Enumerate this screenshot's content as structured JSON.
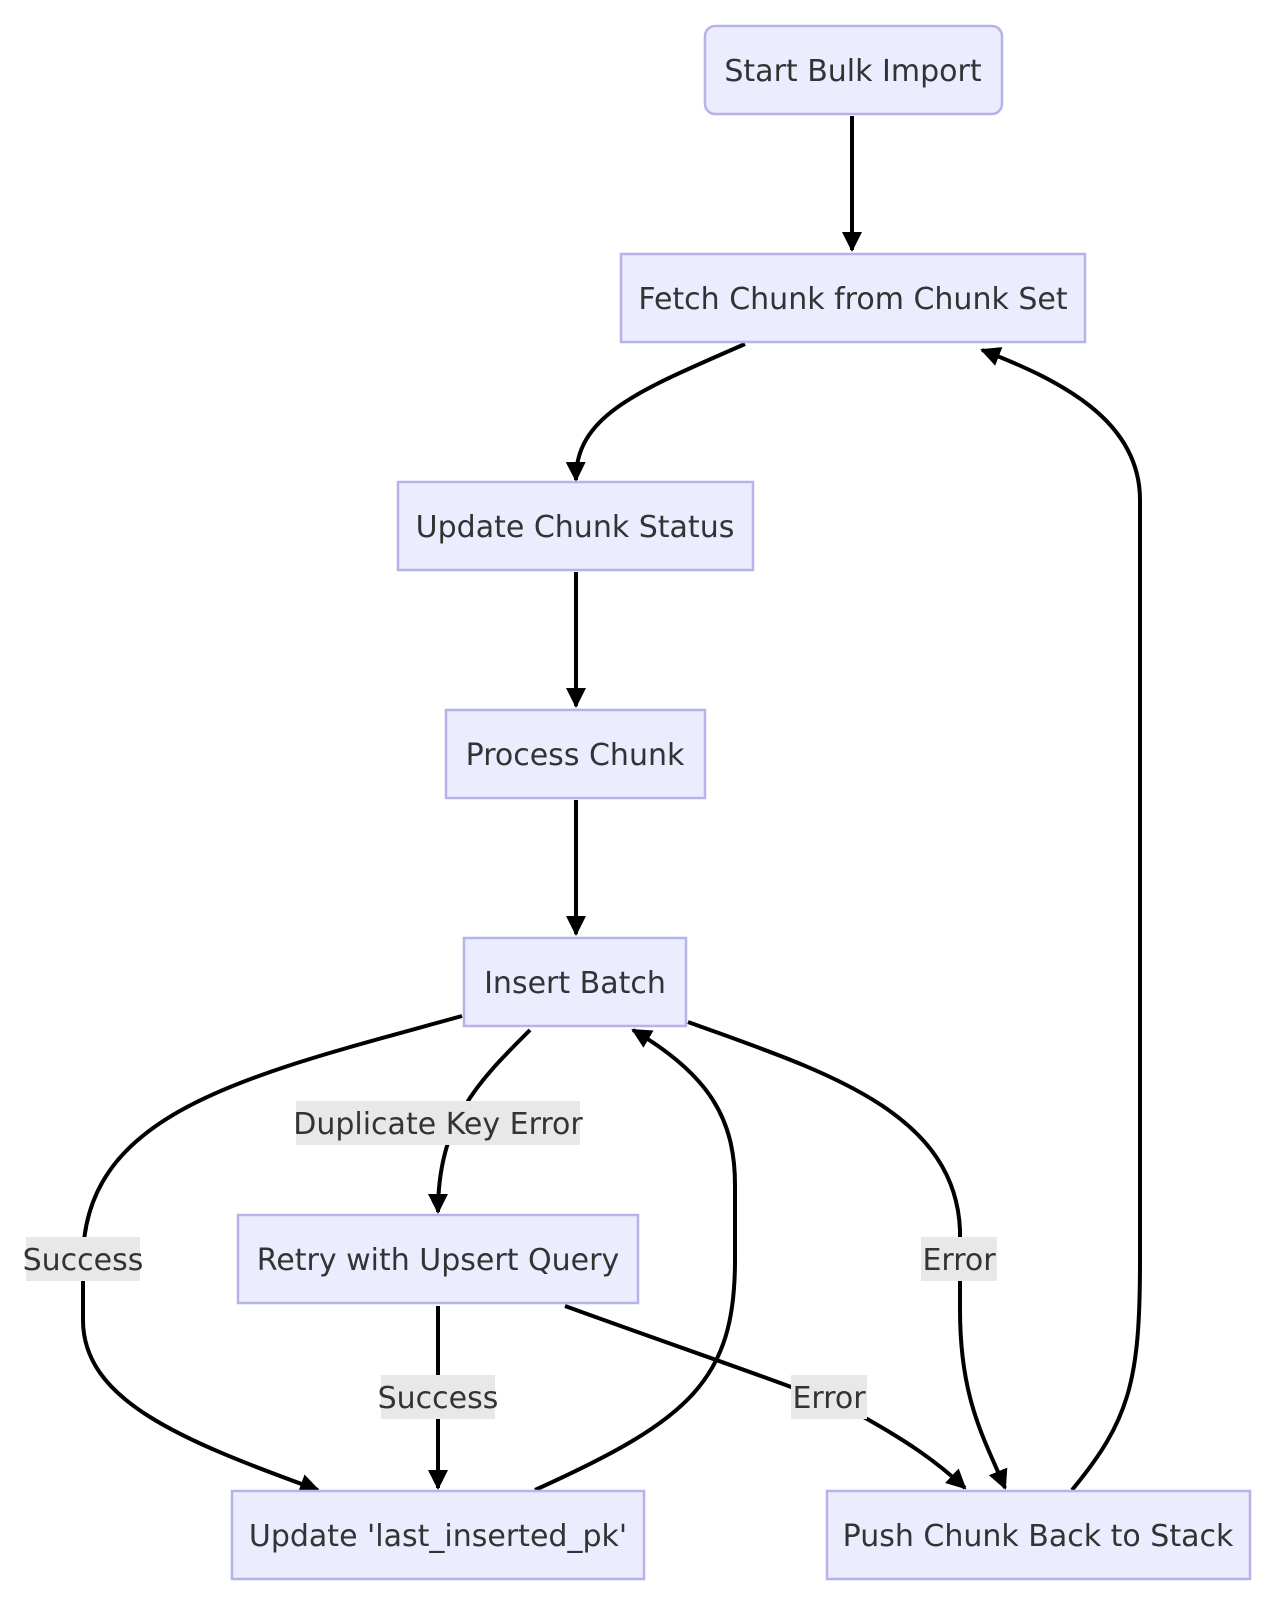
{
  "nodes": {
    "start": "Start Bulk Import",
    "fetch": "Fetch Chunk from Chunk Set",
    "update_status": "Update Chunk Status",
    "process": "Process Chunk",
    "insert": "Insert Batch",
    "retry": "Retry with Upsert Query",
    "update_pk": "Update 'last_inserted_pk'",
    "push_back": "Push Chunk Back to Stack"
  },
  "edges": {
    "insert_to_retry": "Duplicate Key Error",
    "insert_to_update_pk": "Success",
    "insert_to_push_back": "Error",
    "retry_to_update_pk": "Success",
    "retry_to_push_back": "Error"
  },
  "colors": {
    "node_fill": "#ECECFF",
    "node_stroke": "#B5B3E8",
    "edge": "#000000",
    "edge_label_bg": "#E8E8E8",
    "text": "#333333"
  }
}
